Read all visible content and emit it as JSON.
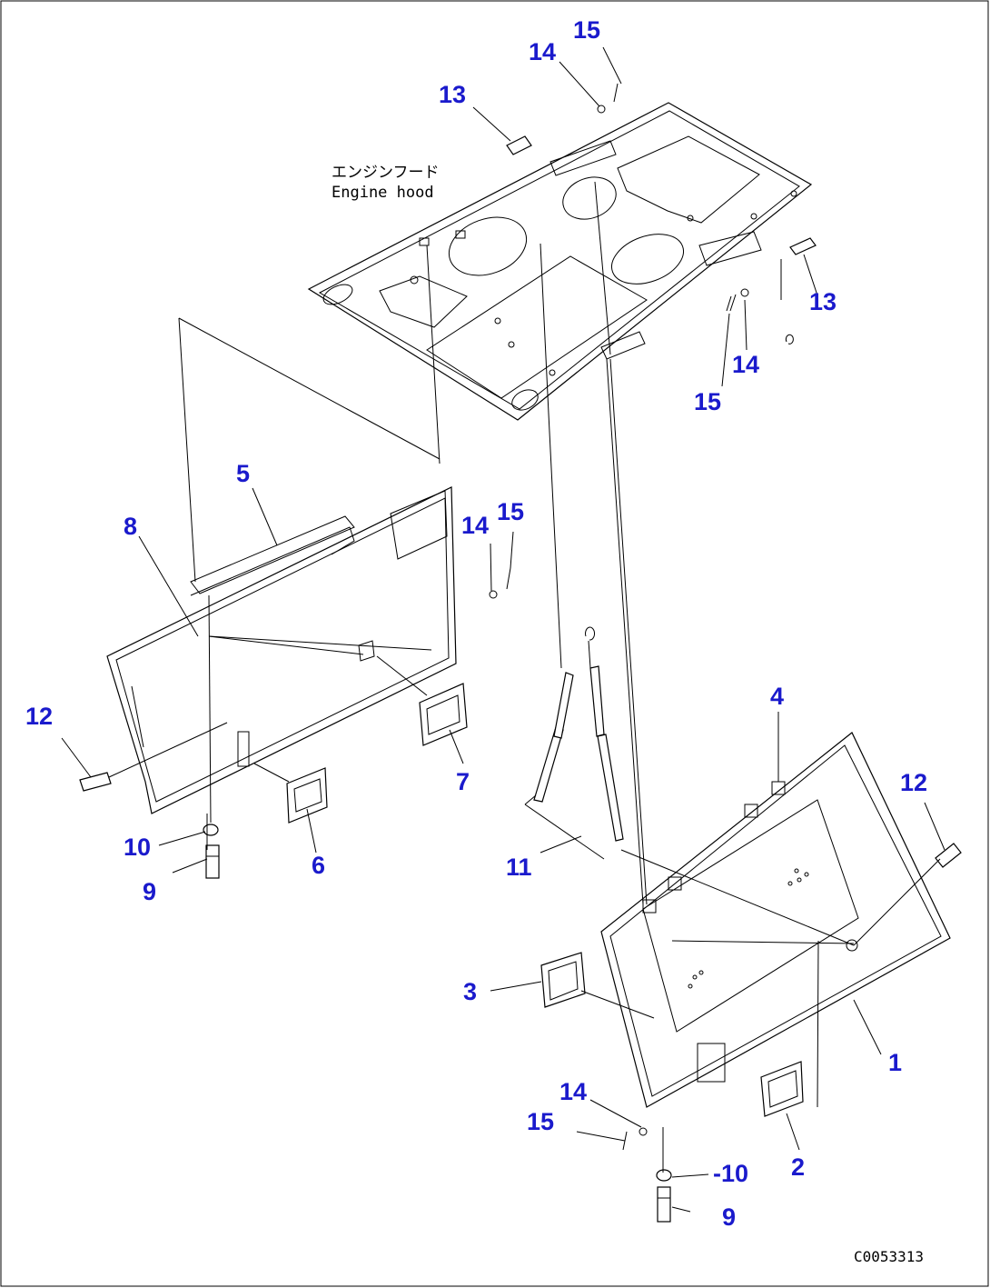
{
  "hood_label": {
    "japanese": "エンジンフード",
    "english": "Engine hood"
  },
  "reference_code": "C0053313",
  "callouts": {
    "c1": "1",
    "c2": "2",
    "c3": "3",
    "c4": "4",
    "c5": "5",
    "c6": "6",
    "c7": "7",
    "c8": "8",
    "c9a": "9",
    "c9b": "9",
    "c10a": "10",
    "c10b": "-10",
    "c11": "11",
    "c12a": "12",
    "c12b": "12",
    "c13a": "13",
    "c13b": "13",
    "c14a": "14",
    "c14b": "14",
    "c14c": "14",
    "c14d": "14",
    "c15a": "15",
    "c15b": "15",
    "c15c": "15",
    "c15d": "15"
  },
  "colors": {
    "callout_text": "#1a1acc",
    "line_art": "#000000",
    "background": "#ffffff"
  }
}
